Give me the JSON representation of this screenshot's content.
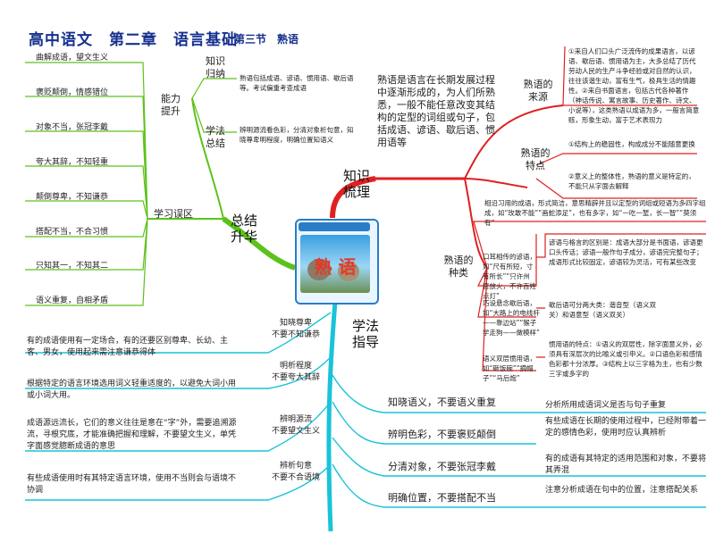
{
  "header": {
    "title": "高中语文　第二章　语言基础",
    "subtitle": "第三节　熟语"
  },
  "center": {
    "word": "熟 语"
  },
  "branches": {
    "knowledge": {
      "label": "知识梳理",
      "definition": "熟语是语言在长期发展过程中逐渐形成的，为人们所熟悉，一般不能任意改变其结构的定型的词组或句子，包括成语、谚语、歇后语、惯用语等",
      "source_label": "熟语的来源",
      "source_text": "①来自人们口头广泛流传的成果语言，以谚语、歇后语、惯用语为主，大多总结了历代劳动人民的生产斗争经验或对自然的认识，往往该谐生动，富有生气，极具生活的情趣性。②来自书面语言，包括古代各种著作（神话传说、寓言故事、历史著作、诗文、小说等），这类熟语以成语为多，一般言简意赅，形象生动，富于艺术表现力",
      "feature_label": "熟语的特点",
      "feature_1": "①结构上的稳固性，构成成分不能随意更换",
      "feature_2": "②意义上的整体性，熟语的意义是特定的，不能只从字面去解释",
      "types_label": "熟语的种类",
      "type_1": "相沿习用的成语，形式简洁，意思精辟并且以定型的词组或短语为多四字组成，如“玫敢不能”“画蛇添足”，也有多字，如“一吃一堑，长一智”“莫须有”",
      "type_2": "口耳相传的谚语，如“尺有所短，寸有所长”“只许州官放火，不许百姓点灯”",
      "type_2_note": "谚语与格言的区别是：成语大部分是书面语，谚语更口头传话；谚语一般作句子成分，谚语完完整句子；成语形式比较固定，谚语较为灵活，可有某些改变",
      "type_3": "巧设悬念歇后语，如“大路上的电线杆——靠边站”“猴子学走狗——做模样”",
      "type_3_note": "歇后语可分两大类：谐音型（语义双关）和语意型（语义双关）",
      "type_4": "语义双层惯用语，如“砸饭碗”“摘帽子”“马后炮”",
      "type_4_note": "惯用语的特点：①语义的双层性，除字面意义外，必须具有深层次的比喻义或引申义。②口语色彩和感情色彩都十分浓厚。③结构上以三字格为主，也有少数三字或多字的"
    },
    "summary": {
      "label": "总结升华",
      "ability_label": "能力提升",
      "knowledge_node": "知识归纳",
      "knowledge_text": "熟语包括成语、谚语、惯用语、歇后语等。考试偏重考查成语",
      "method_node": "学法总结",
      "method_text": "辨明源流看色彩，分清对象析句意，知晓尊卑明程度，明确位置知语义",
      "misuse_label": "学习误区",
      "misuse_items": [
        "曲解成语，望文生义",
        "褒贬颠倒，情感错位",
        "对象不当，张冠李戴",
        "夸大其辞，不知轻重",
        "颠倒尊卑，不知谦恭",
        "搭配不当，不合习惯",
        "只知其一，不知其二",
        "语义重复，自相矛盾"
      ]
    },
    "methods": {
      "label": "学法指导",
      "left_items": [
        {
          "title": "知晓尊卑\n不要不知谦恭",
          "text": "有的成语使用有一定场合，有的还要区别尊卑、长幼、主客、男女，使用起来需注意谦恭得体"
        },
        {
          "title": "明析程度\n不要夸大其辞",
          "text": "根据特定的语言环境选用词义轻重适度的，以避免大词小用或小词大用。"
        },
        {
          "title": "辨明源流\n不要望文生义",
          "text": "成语源远流长，它们的意义往往是意在“字”外，需要追溯源流，寻根究底，才能准确把握和理解，不要望文生义，单凭字面感觉臆断成语的意思"
        },
        {
          "title": "辨析句意\n不要不合语境",
          "text": "有些成语使用时有其特定语言环境，使用不当则会与语境不协调"
        }
      ],
      "right_items": [
        {
          "title": "知晓语义，不要语义重复",
          "text": "分析所用成语词义是否与句子重复"
        },
        {
          "title": "辨明色彩，不要褒贬颠倒",
          "text": "有些成语在长期的使用过程中，已经附带着一定的感情色彩，使用时应认真辨析"
        },
        {
          "title": "分清对象，不要张冠李戴",
          "text": "有的成语有其特定的适用范围和对象，不要将其弄混"
        },
        {
          "title": "明确位置，不要搭配不当",
          "text": "注意分析成语在句中的位置，注意搭配关系"
        }
      ]
    }
  },
  "colors": {
    "red": "#e02020",
    "green": "#5cc21b",
    "cyan": "#19c3d8",
    "title": "#16308e"
  }
}
